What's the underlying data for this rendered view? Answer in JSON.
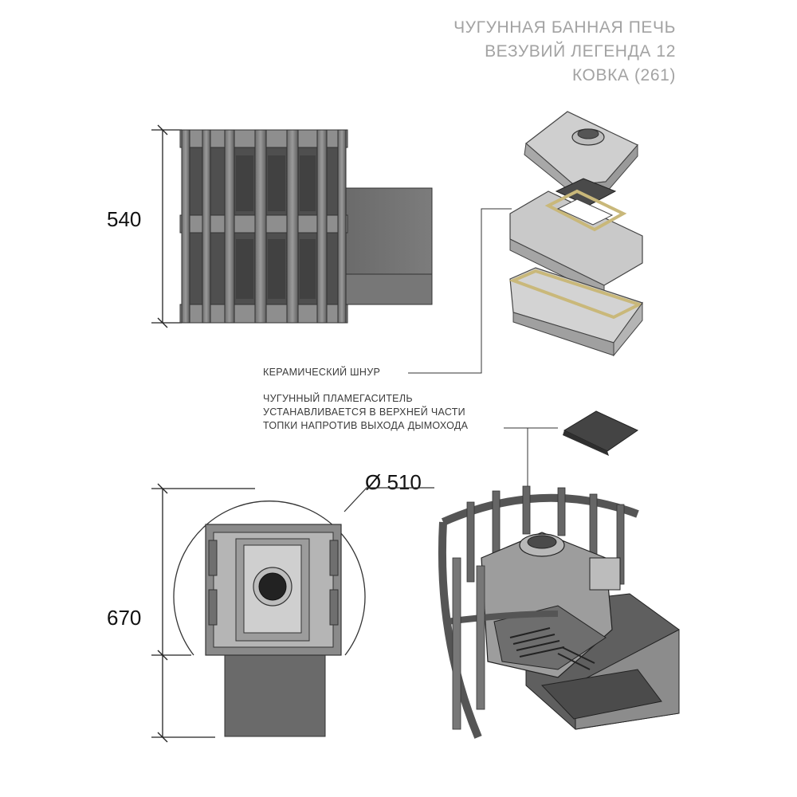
{
  "title": {
    "line1": "ЧУГУННАЯ БАННАЯ ПЕЧЬ",
    "line2": "ВЕЗУВИЙ ЛЕГЕНДА 12",
    "line3": "КОВКА (261)"
  },
  "dimensions": {
    "height": "540",
    "depth": "670",
    "diameter": "Ø 510"
  },
  "captions": {
    "ceramic_cord": "КЕРАМИЧЕСКИЙ ШНУР",
    "flame_line1": "ЧУГУННЫЙ ПЛАМЕГАСИТЕЛЬ",
    "flame_line2": "УСТАНАВЛИВАЕТСЯ В ВЕРХНЕЙ ЧАСТИ",
    "flame_line3": "ТОПКИ НАПРОТИВ ВЫХОДА ДЫМОХОДА"
  },
  "colors": {
    "metal_dark": "#5a5a5a",
    "metal_mid": "#8a8a8a",
    "metal_light": "#c8c8c8",
    "cord": "#c9b87a"
  }
}
